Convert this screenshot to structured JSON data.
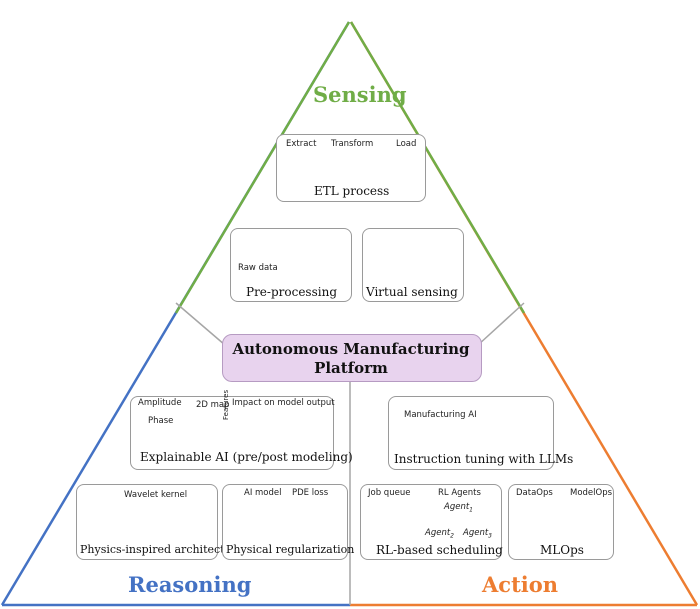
{
  "colors": {
    "sensing": "#70ad47",
    "reasoning": "#4472c4",
    "action": "#ed7d31",
    "center_fill": "#e8d3ee",
    "divider": "#a6a6a6"
  },
  "sections": {
    "sensing": "Sensing",
    "reasoning": "Reasoning",
    "action": "Action"
  },
  "center": {
    "line1": "Autonomous Manufacturing",
    "line2": "Platform"
  },
  "sensing": {
    "etl": {
      "caption": "ETL process",
      "steps": [
        "Extract",
        "Transform",
        "Load"
      ]
    },
    "preprocessing": {
      "caption": "Pre-processing",
      "raw_label": "Raw data"
    },
    "virtual_sensing": {
      "caption": "Virtual sensing"
    }
  },
  "reasoning": {
    "xai": {
      "caption": "Explainable AI (pre/post modeling)",
      "amplitude": "Amplitude",
      "phase": "Phase",
      "map": "2D map",
      "impact": "Impact on model output",
      "features": "Features"
    },
    "physics_arch": {
      "caption": "Physics-inspired architecture",
      "kernel": "Wavelet kernel"
    },
    "physical_reg": {
      "caption": "Physical regularization",
      "ai_model": "AI model",
      "pde_loss": "PDE loss"
    }
  },
  "action": {
    "instruction": {
      "caption": "Instruction tuning with LLMs",
      "manufacturing_ai": "Manufacturing AI"
    },
    "rl": {
      "caption": "RL-based scheduling",
      "job_queue": "Job queue",
      "rl_agents": "RL Agents",
      "agents": [
        "Agent",
        "Agent",
        "Agent"
      ],
      "agent_subscripts": [
        "1",
        "2",
        "3"
      ]
    },
    "mlops": {
      "caption": "MLOps",
      "dataops": "DataOps",
      "modelops": "ModelOps"
    }
  }
}
